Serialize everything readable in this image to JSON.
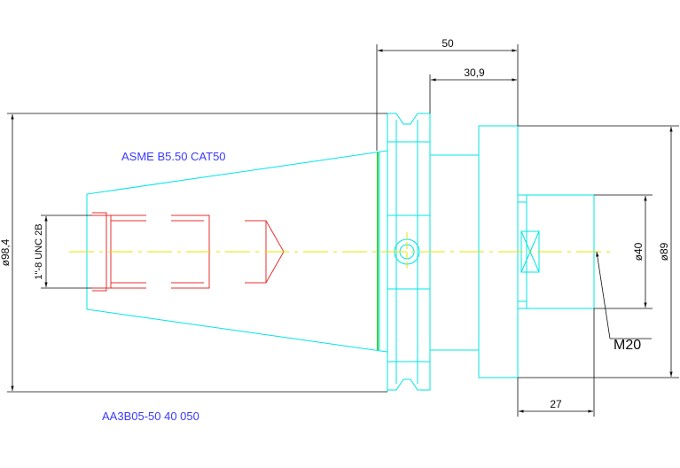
{
  "title": "ASME B5.50 CAT50",
  "part_number": "AA3B05-50 40 050",
  "dimensions": {
    "overall_length": "50",
    "flange_length": "30,9",
    "taper_diameter": "ø98,4",
    "body_diameter": "ø89",
    "bore_diameter": "ø40",
    "bore_depth": "27",
    "thread": "M20",
    "retention_thread": "1\"-8 UNC 2B"
  },
  "colors": {
    "outline": "#00e5e5",
    "dimension": "#0a0a0a",
    "hidden": "#e53030",
    "centerline": "#e5e500",
    "text_blue": "#3a3aff",
    "accent_green": "#00c000"
  }
}
